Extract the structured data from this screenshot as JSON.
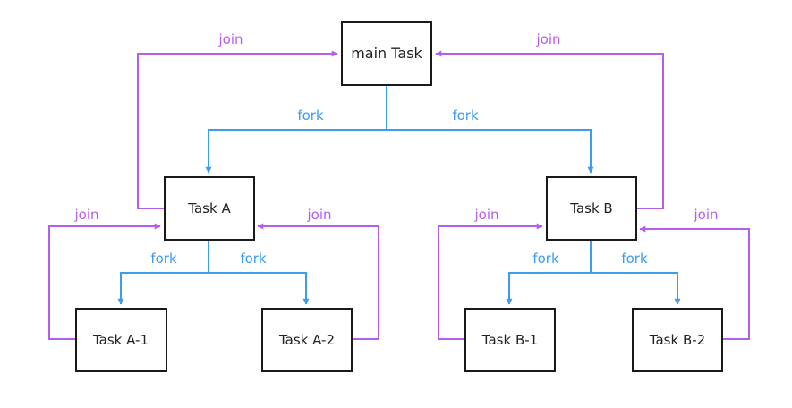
{
  "colors": {
    "fork": "#3b9cf0",
    "join": "#b45ef0",
    "node_border": "#1a1a1a",
    "node_fill": "#ffffff",
    "text": "#222222"
  },
  "nodes": {
    "main": "main Task",
    "task_a": "Task A",
    "task_b": "Task B",
    "task_a1": "Task A-1",
    "task_a2": "Task A-2",
    "task_b1": "Task B-1",
    "task_b2": "Task B-2"
  },
  "edge_labels": {
    "fork": "fork",
    "join": "join"
  }
}
